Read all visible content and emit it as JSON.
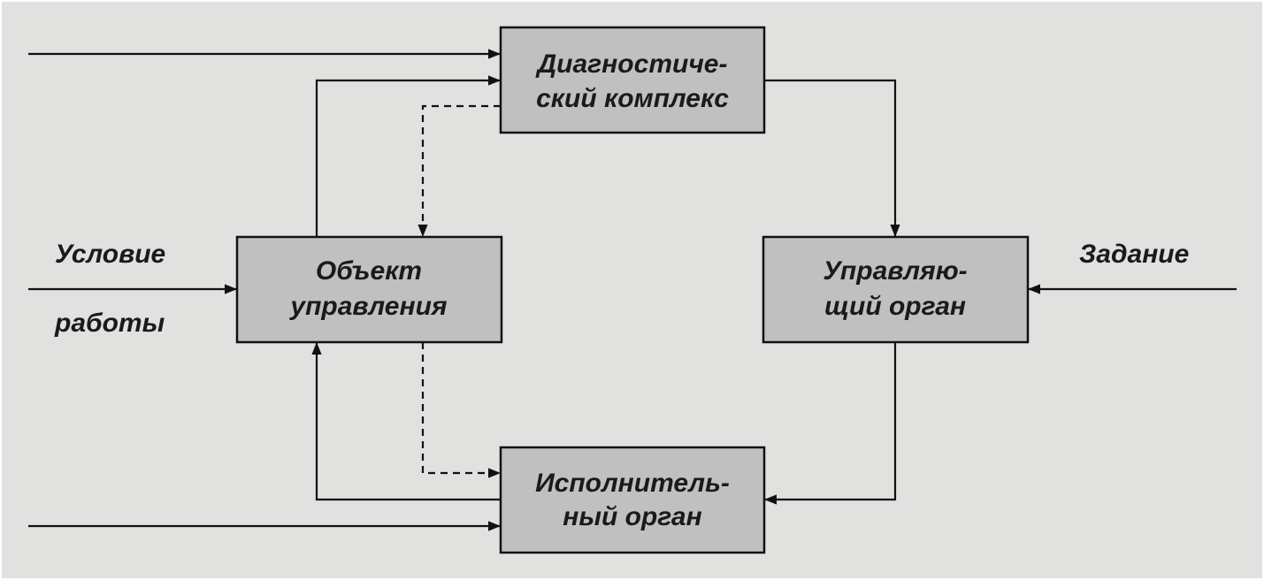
{
  "blocks": {
    "diagnostic": {
      "line1": "Диагностиче-",
      "line2": "ский комплекс"
    },
    "object": {
      "line1": "Объект",
      "line2": "управления"
    },
    "control": {
      "line1": "Управляю-",
      "line2": "щий орган"
    },
    "actuator": {
      "line1": "Исполнитель-",
      "line2": "ный орган"
    }
  },
  "inputs": {
    "conditions_line1": "Условие",
    "conditions_line2": "работы",
    "task": "Задание"
  },
  "colors": {
    "background": "#e1e1e0",
    "block_fill": "#c0c0c0",
    "stroke": "#111111"
  }
}
